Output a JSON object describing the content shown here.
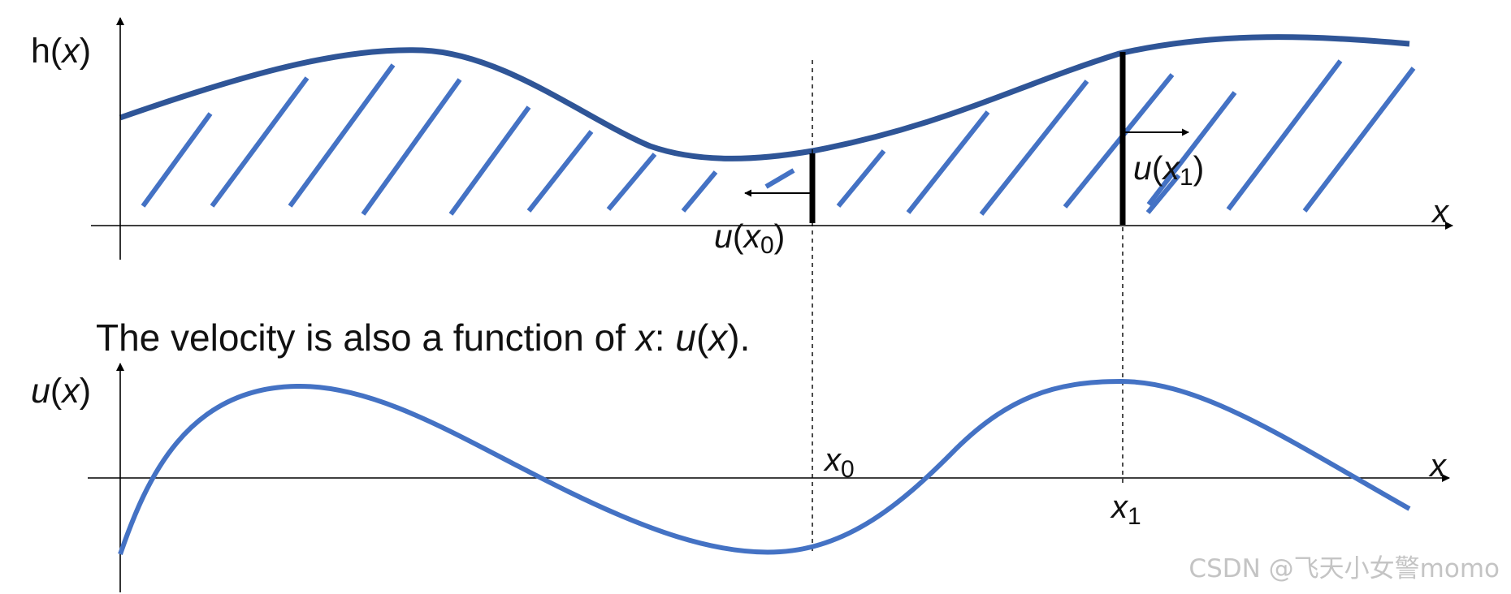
{
  "top_panel": {
    "y_label_func": "h",
    "y_label_var": "x",
    "x_axis_label": "x",
    "u_x0_func": "u",
    "u_x0_var": "x",
    "u_x0_sub": "0",
    "u_x1_func": "u",
    "u_x1_var": "x",
    "u_x1_sub": "1"
  },
  "caption": {
    "prefix": "The velocity is also a function of ",
    "var": "x",
    "colon": ": ",
    "func": "u",
    "var2": "x",
    "suffix": "."
  },
  "bottom_panel": {
    "y_label_func": "u",
    "y_label_var": "x",
    "x_axis_label": "x",
    "x0_var": "x",
    "x0_sub": "0",
    "x1_var": "x",
    "x1_sub": "1"
  },
  "watermark": "CSDN @飞天小女警momo",
  "colors": {
    "height_curve": "#2f5597",
    "hatch": "#4472c4",
    "velocity_curve": "#4472c4",
    "axis": "#000000",
    "watermark": "#c4c4c4"
  }
}
